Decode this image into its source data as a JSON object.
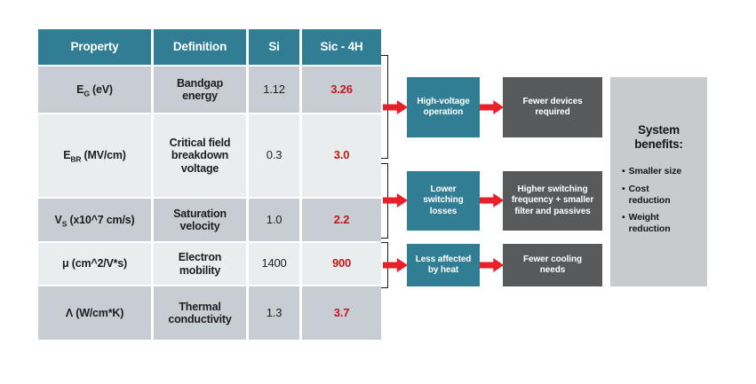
{
  "colors": {
    "teal": "#317E94",
    "row_dark": "#C8CDD4",
    "row_light": "#E9EDEE",
    "effect_gray": "#58595B",
    "panel_gray": "#C9CACC",
    "sic_value_red": "#C0181D",
    "arrow_red": "#E91F29",
    "bracket_black": "#1A1A1A"
  },
  "icons": {
    "flow_arrow": "arrow-right",
    "bullet": "dot"
  },
  "table": {
    "headers": [
      "Property",
      "Definition",
      "Si",
      "Sic - 4H"
    ],
    "rows": [
      {
        "property": {
          "sym": "E",
          "sub": "G",
          "unit": " (eV)"
        },
        "definition": "Bandgap energy",
        "si": "1.12",
        "sic": "3.26"
      },
      {
        "property": {
          "sym": "E",
          "sub": "BR",
          "unit": " (MV/cm)"
        },
        "definition": "Critical field breakdown voltage",
        "si": "0.3",
        "sic": "3.0"
      },
      {
        "property": {
          "sym": "V",
          "sub": "S",
          "unit": " (x10^7 cm/s)"
        },
        "definition": "Saturation velocity",
        "si": "1.0",
        "sic": "2.2"
      },
      {
        "property": {
          "sym": "μ",
          "sub": "",
          "unit": " (cm^2/V*s)"
        },
        "definition": "Electron mobility",
        "si": "1400",
        "sic": "900"
      },
      {
        "property": {
          "sym": "Λ",
          "sub": "",
          "unit": " (W/cm*K)"
        },
        "definition": "Thermal conductivity",
        "si": "1.3",
        "sic": "3.7"
      }
    ]
  },
  "flows": [
    {
      "cause": "High-voltage operation",
      "effect": "Fewer devices required"
    },
    {
      "cause": "Lower switching losses",
      "effect": "Higher switching frequency + smaller filter and passives"
    },
    {
      "cause": "Less affected by heat",
      "effect": "Fewer cooling needs"
    }
  ],
  "benefits": {
    "title": "System benefits:",
    "items": [
      "Smaller size",
      "Cost reduction",
      "Weight reduction"
    ]
  }
}
